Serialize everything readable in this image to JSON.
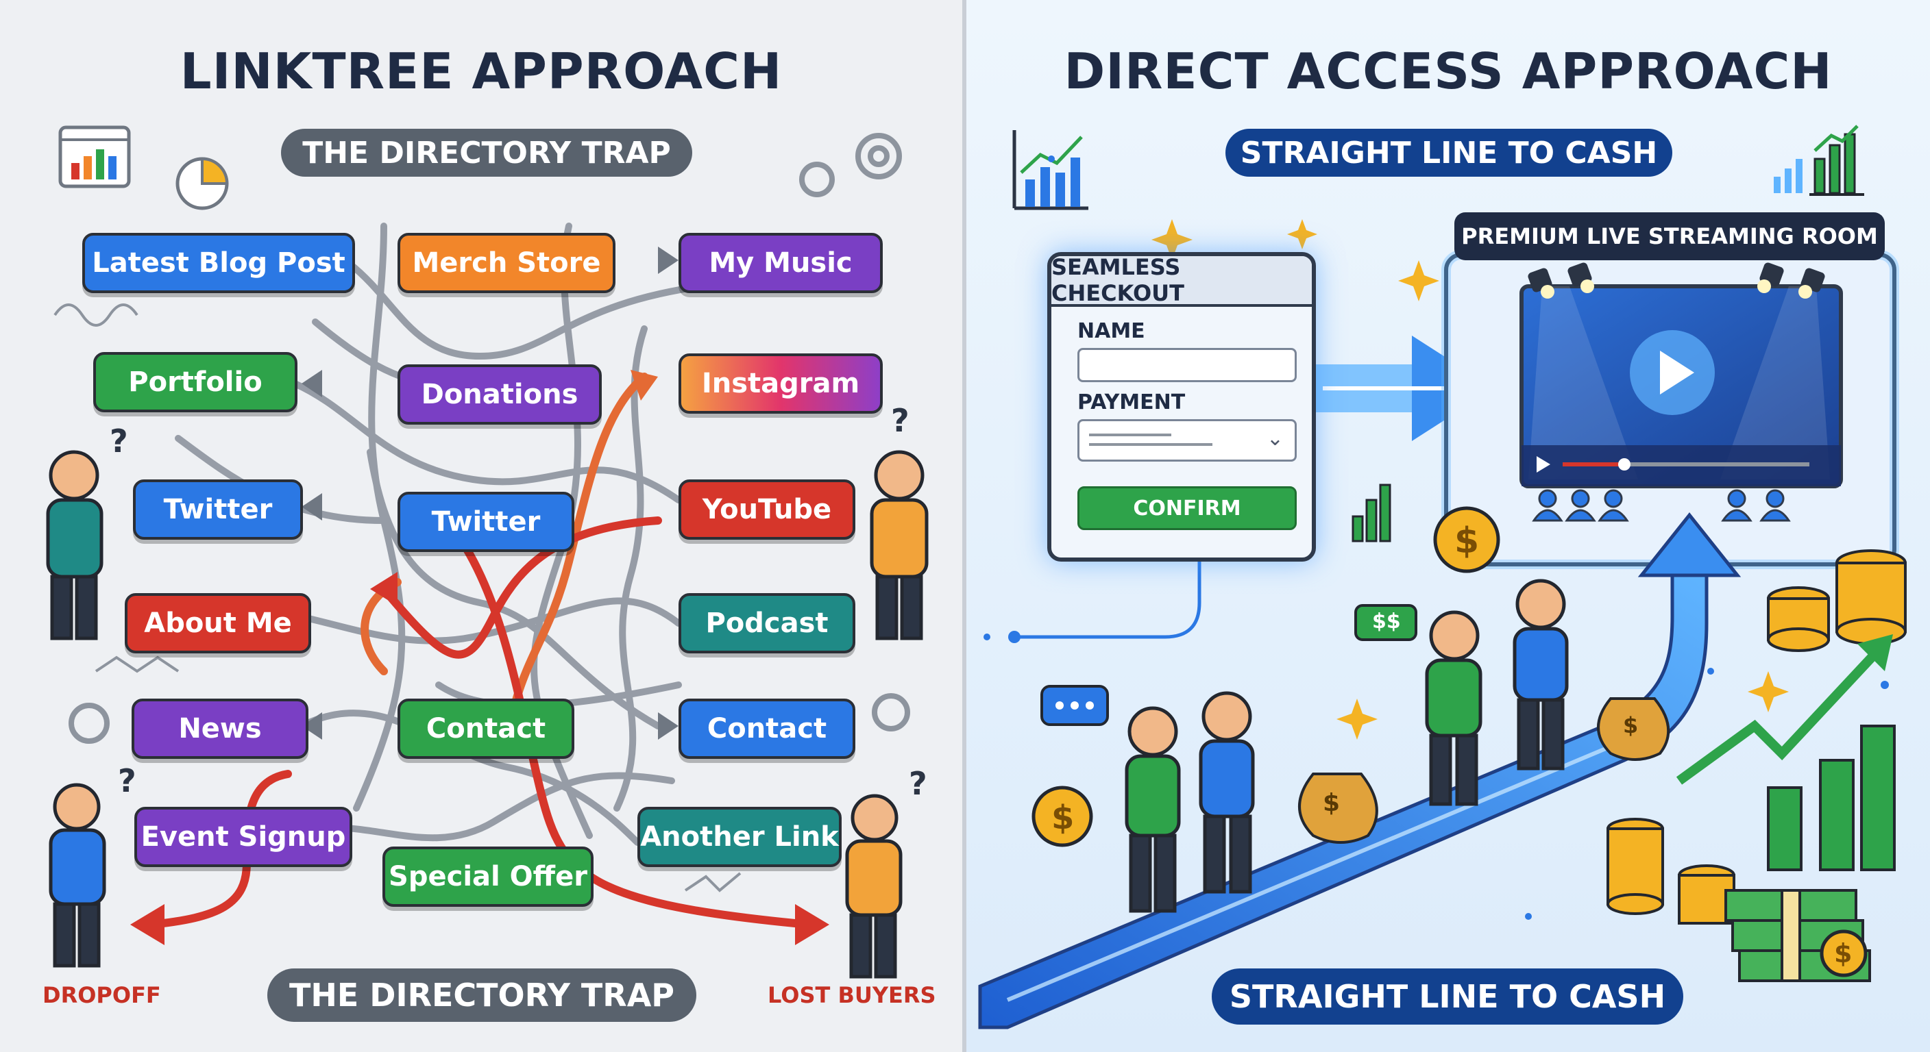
{
  "left": {
    "title": "LINKTREE APPROACH",
    "top_pill": "THE DIRECTORY TRAP",
    "bottom_pill": "THE DIRECTORY TRAP",
    "dropoff_label": "DROPOFF",
    "lost_label": "LOST BUYERS",
    "links": [
      {
        "label": "Latest Blog Post",
        "color": "#2b78e4"
      },
      {
        "label": "Merch Store",
        "color": "#f2862a"
      },
      {
        "label": "My Music",
        "color": "#7a3fc4"
      },
      {
        "label": "Portfolio",
        "color": "#2ea34a"
      },
      {
        "label": "Donations",
        "color": "#7a3fc4"
      },
      {
        "label": "Instagram",
        "color": "#e2356b"
      },
      {
        "label": "Twitter",
        "color": "#2b78e4"
      },
      {
        "label": "Twitter",
        "color": "#2b78e4"
      },
      {
        "label": "YouTube",
        "color": "#d6362b"
      },
      {
        "label": "About Me",
        "color": "#d6362b"
      },
      {
        "label": "Podcast",
        "color": "#1f8a86"
      },
      {
        "label": "News",
        "color": "#7a3fc4"
      },
      {
        "label": "Contact",
        "color": "#2ea34a"
      },
      {
        "label": "Contact",
        "color": "#2b78e4"
      },
      {
        "label": "Event Signup",
        "color": "#7a3fc4"
      },
      {
        "label": "Special Offer",
        "color": "#2ea34a"
      },
      {
        "label": "Another Link",
        "color": "#1f8a86"
      }
    ]
  },
  "right": {
    "title": "DIRECT ACCESS APPROACH",
    "top_pill": "STRAIGHT LINE TO CASH",
    "bottom_pill": "STRAIGHT LINE TO CASH",
    "checkout": {
      "title": "SEAMLESS CHECKOUT",
      "name_label": "NAME",
      "payment_label": "PAYMENT",
      "confirm_label": "CONFIRM"
    },
    "room_title": "PREMIUM LIVE STREAMING ROOM",
    "money_bubble": "$$",
    "coin_symbol": "$"
  },
  "colors": {
    "navy": "#12418f",
    "gray_pill": "#59626d",
    "title": "#1f2b44",
    "danger": "#c63124",
    "money_green": "#2ea34a",
    "coin_gold": "#f4b324"
  }
}
